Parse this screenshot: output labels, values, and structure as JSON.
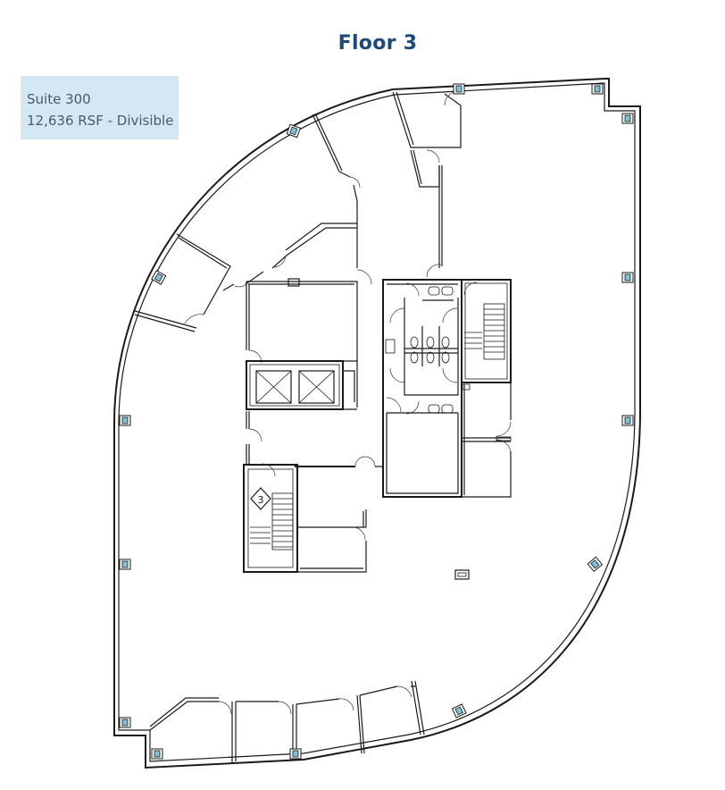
{
  "title": "Floor 3",
  "suite": {
    "name": "Suite 300",
    "area": "12,636 RSF - Divisible"
  },
  "stair_label": "3",
  "colors": {
    "title": "#1b4a78",
    "suite_box": "#d3e7f4",
    "suite_text": "#4d5a66",
    "column_fill": "#7fc1d8"
  }
}
